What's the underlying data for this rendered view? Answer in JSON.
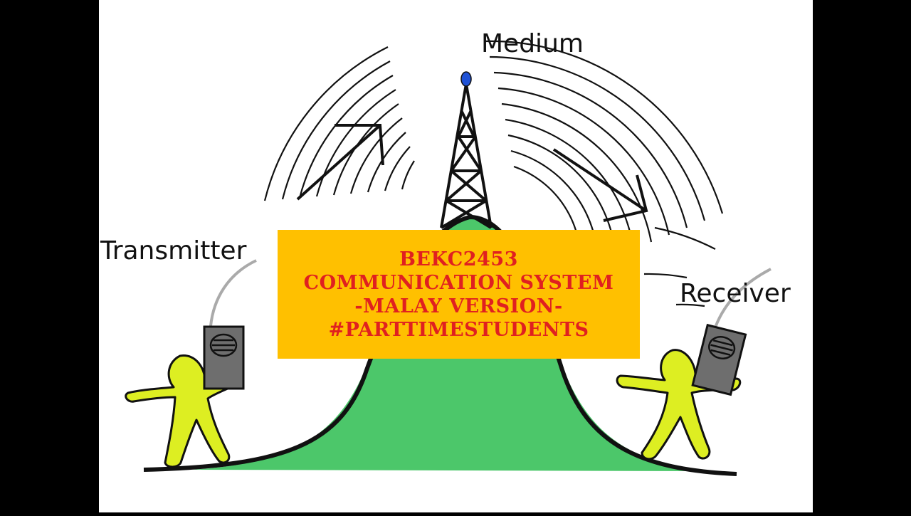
{
  "labels": {
    "medium": "Medium",
    "transmitter": "Transmitter",
    "receiver": "Receiver"
  },
  "title_box": {
    "lines": [
      "BEKC2453",
      "COMMUNICATION SYSTEM",
      "-MALAY VERSION-",
      "#PARTTIMESTUDENTS"
    ]
  },
  "colors": {
    "background": "#ffffff",
    "letterbox": "#000000",
    "hill": "#4cc76a",
    "person": "#ddee22",
    "radio": "#6e6e6e",
    "antenna_tip": "#1f52d6",
    "title_box": "#ffc000",
    "title_text": "#e02020"
  },
  "icons": [
    "transmission-tower-icon",
    "person-icon",
    "radio-device-icon",
    "arrow-icon"
  ]
}
